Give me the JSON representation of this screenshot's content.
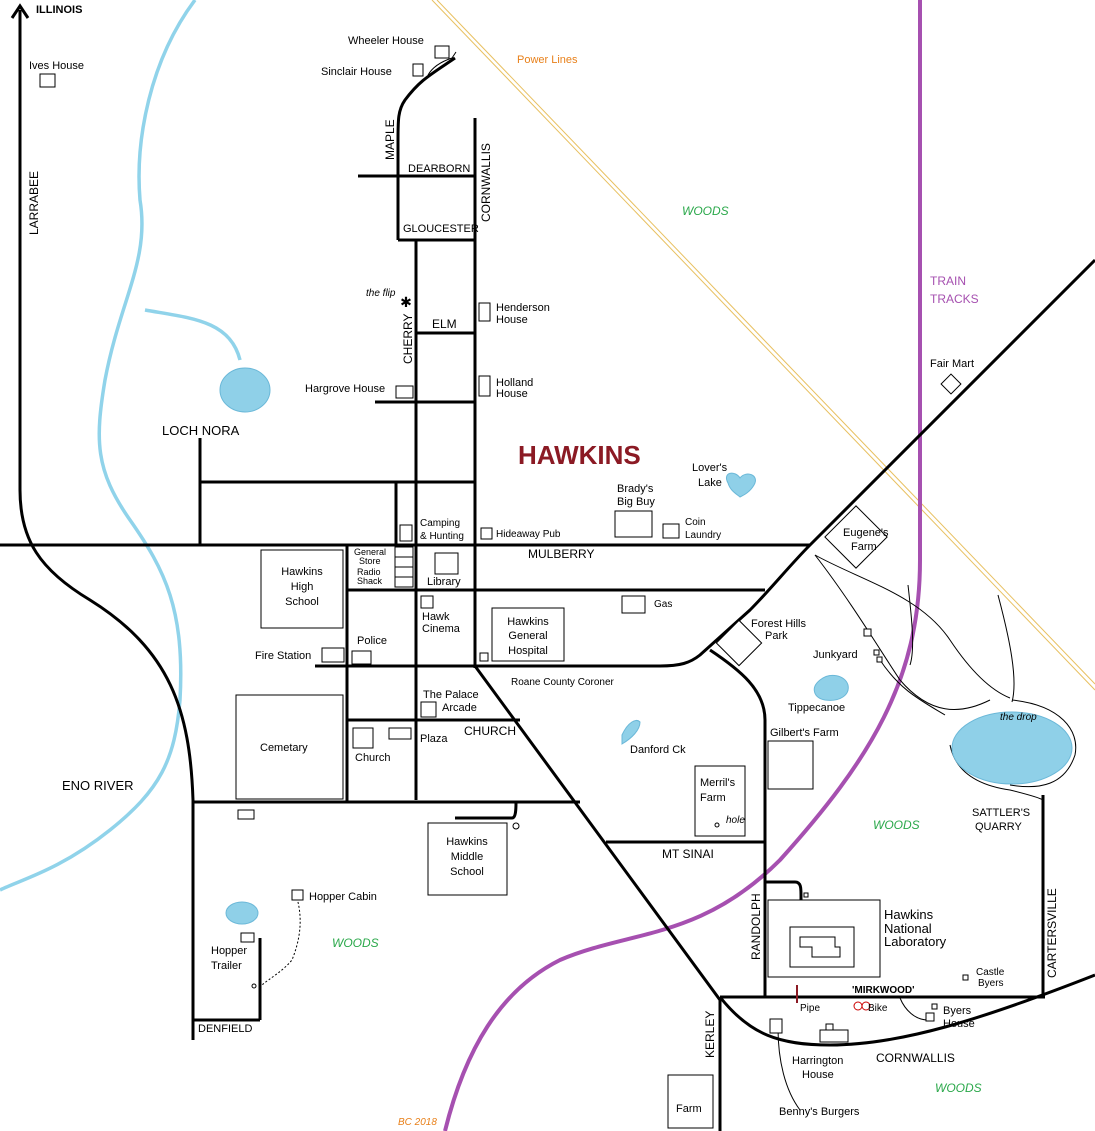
{
  "title": "HAWKINS",
  "credit": "BC 2018",
  "direction_label": "ILLINOIS",
  "roads": {
    "larrabee": "LARRABEE",
    "maple": "MAPLE",
    "dearborn": "DEARBORN",
    "cornwallis_north": "CORNWALLIS",
    "gloucester": "GLOUCESTER",
    "elm": "ELM",
    "cherry": "CHERRY",
    "mulberry": "MULBERRY",
    "church": "CHURCH",
    "mt_sinai": "MT SINAI",
    "randolph": "RANDOLPH",
    "kerley": "KERLEY",
    "cornwallis_south": "CORNWALLIS",
    "cartersville": "CARTERSVILLE",
    "denfield": "DENFIELD"
  },
  "features": {
    "power_lines": "Power Lines",
    "train_tracks": [
      "TRAIN",
      "TRACKS"
    ],
    "loch_nora": "LOCH NORA",
    "eno_river": "ENO RIVER",
    "woods": "WOODS",
    "lovers_lake": [
      "Lover's",
      "Lake"
    ],
    "tippecanoe": "Tippecanoe",
    "danforth": "Danford Ck",
    "the_drop": "the drop",
    "sattlers_quarry": [
      "SATTLER'S",
      "QUARRY"
    ],
    "mirkwood": "'MIRKWOOD'",
    "the_flip": "the flip",
    "hole": "hole",
    "pipe": "Pipe",
    "bike": "Bike"
  },
  "places": {
    "wheeler": "Wheeler House",
    "sinclair": "Sinclair House",
    "ives": "Ives House",
    "henderson": [
      "Henderson",
      "House"
    ],
    "holland": [
      "Holland",
      "House"
    ],
    "hargrove": "Hargrove House",
    "fair_mart": "Fair Mart",
    "bradys": [
      "Brady's",
      "Big Buy"
    ],
    "coin_laundry": [
      "Coin",
      "Laundry"
    ],
    "eugenes": [
      "Eugene's",
      "Farm"
    ],
    "camping": [
      "Camping",
      "& Hunting"
    ],
    "hideaway": "Hideaway Pub",
    "high_school": [
      "Hawkins",
      "High",
      "School"
    ],
    "general_store": [
      "General",
      "Store"
    ],
    "radio_shack": [
      "Radio",
      "Shack"
    ],
    "library": "Library",
    "gas": "Gas",
    "hawk_cinema": [
      "Hawk",
      "Cinema"
    ],
    "hospital": [
      "Hawkins",
      "General",
      "Hospital"
    ],
    "forest_hills": [
      "Forest Hills",
      "Park"
    ],
    "junkyard": "Junkyard",
    "police": "Police",
    "fire_station": "Fire Station",
    "coroner": "Roane County Coroner",
    "palace_arcade": [
      "The Palace",
      "Arcade"
    ],
    "cemetary": "Cemetary",
    "church": "Church",
    "plaza": "Plaza",
    "gilberts": "Gilbert's Farm",
    "merrils": [
      "Merril's",
      "Farm"
    ],
    "middle_school": [
      "Hawkins",
      "Middle",
      "School"
    ],
    "hopper_cabin": "Hopper Cabin",
    "hopper_trailer": [
      "Hopper",
      "Trailer"
    ],
    "lab": [
      "Hawkins",
      "National",
      "Laboratory"
    ],
    "castle_byers": [
      "Castle",
      "Byers"
    ],
    "byers_house": [
      "Byers",
      "House"
    ],
    "harrington": [
      "Harrington",
      "House"
    ],
    "farm": "Farm",
    "bennys": "Benny's Burgers"
  },
  "colors": {
    "road": "#000000",
    "water": "#8fd0e8",
    "train_tracks": "#a650b0",
    "power_lines": "#e8c060",
    "woods_text": "#2aa84a",
    "title": "#8b1a24",
    "credit": "#e8801a"
  }
}
